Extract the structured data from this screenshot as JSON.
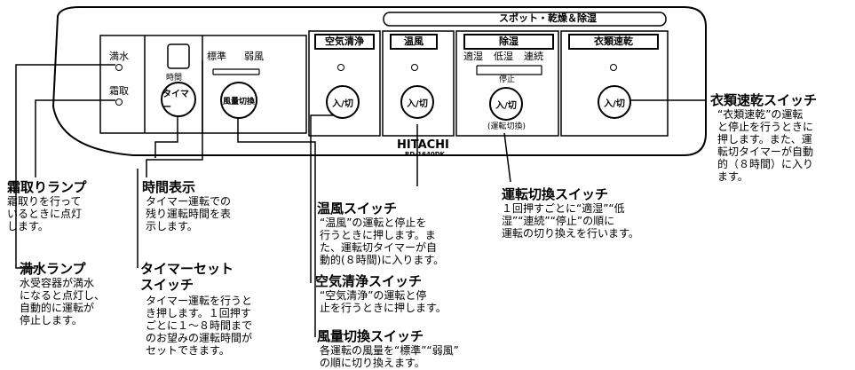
{
  "panel": {
    "spot_header": "スポット・乾燥＆除湿",
    "lamp_full_water": "満水",
    "lamp_defrost": "霜取",
    "timer_label": "時間",
    "timer_button": "タイマー",
    "fan_options": [
      "標準",
      "弱風"
    ],
    "fan_button": "風量切換",
    "air_clean_tab": "空気清浄",
    "warm_air_tab": "温風",
    "dehumid_tab": "除湿",
    "dehumid_options": [
      "適湿",
      "低湿",
      "連続"
    ],
    "dehumid_stop": "停止",
    "dehumid_sub": "(運転切換)",
    "laundry_tab": "衣類速乾",
    "on_off": "入/切",
    "brand": "HITACHI",
    "model": "RD-1640DK"
  },
  "callouts": {
    "defrost_lamp": {
      "title": "霜取りランプ",
      "desc": "霜取りを行って\nいるときに点灯\nします。"
    },
    "full_water_lamp": {
      "title": "満水ランプ",
      "desc": "水受容器が満水\nになると点灯し、\n自動的に運転が\n停止します。"
    },
    "time_display": {
      "title": "時間表示",
      "desc": "タイマー運転での\n残り運転時間を表\n示します。"
    },
    "timer_set": {
      "title": "タイマーセット\nスイッチ",
      "desc": "タイマー運転を行うと\nき押します。１回押す\nごとに１～８時間まで\nのお望みの運転時間が\nセットできます。"
    },
    "warm_air": {
      "title": "温風スイッチ",
      "desc": "“温風”の運転と停止を\n行うときに押します。ま\nた、運転切タイマーが自\n動的(８時間)に入ります。"
    },
    "air_clean": {
      "title": "空気清浄スイッチ",
      "desc": "“空気清浄”の運転と停\n止を行うときに押します。"
    },
    "fan_switch": {
      "title": "風量切換スイッチ",
      "desc": "各運転の風量を“標準”“弱風”\nの順に切り換えます。"
    },
    "mode_switch": {
      "title": "運転切換スイッチ",
      "desc": "１回押すごとに“適湿”“低\n湿”“連続”“停止”の順に\n運転の切り換えを行います。"
    },
    "laundry": {
      "title": "衣類速乾スイッチ",
      "desc": "“衣類速乾”の運転\nと停止を行うときに\n押します。また、運\n転切タイマーが自動\n的（８時間）に入り\nます。"
    }
  }
}
